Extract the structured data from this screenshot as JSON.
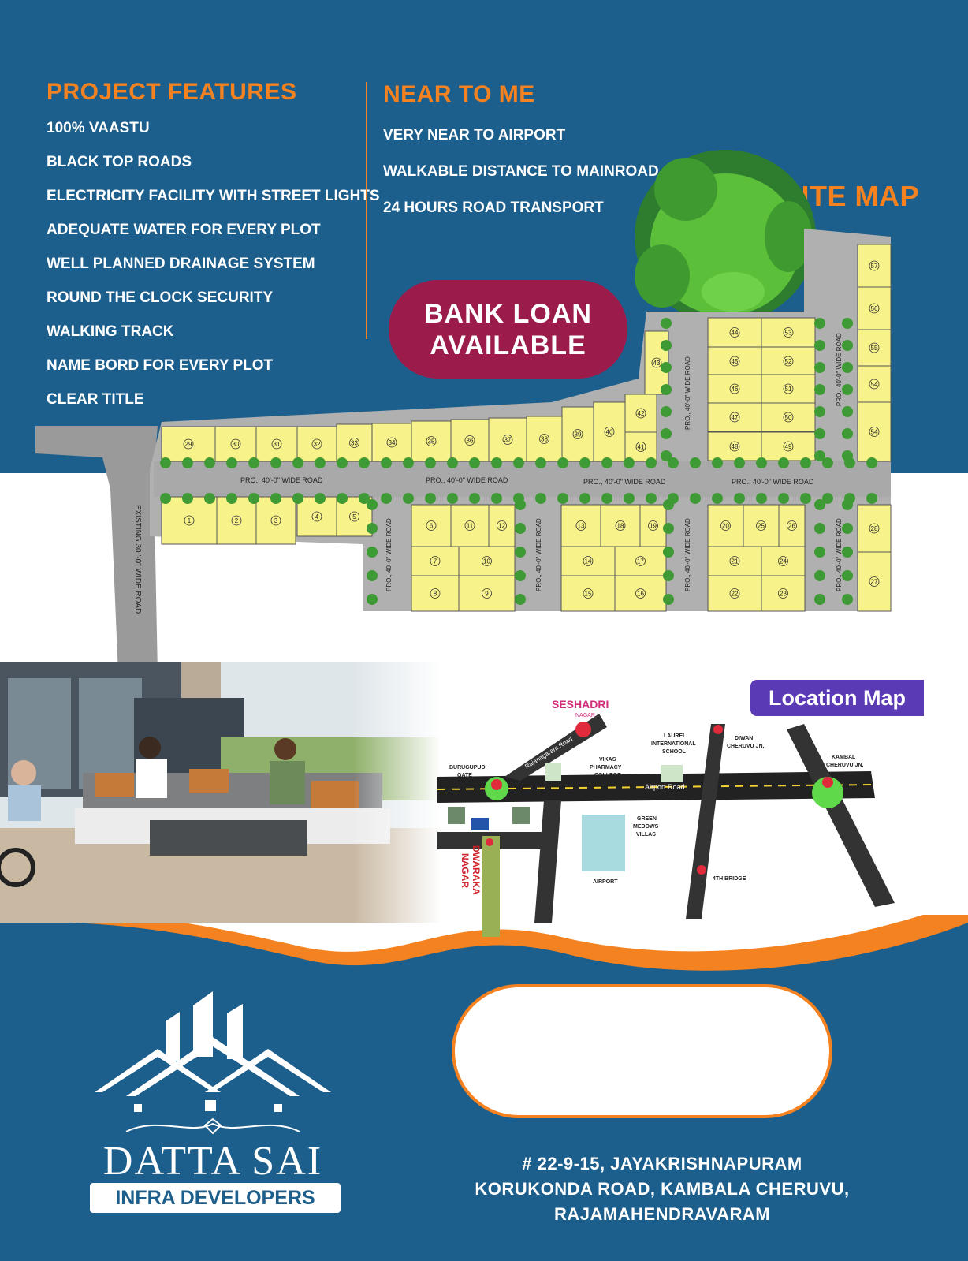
{
  "features": {
    "heading": "PROJECT FEATURES",
    "items": [
      "100% VAASTU",
      "BLACK TOP ROADS",
      "ELECTRICITY FACILITY WITH STREET LIGHTS",
      "ADEQUATE WATER FOR EVERY PLOT",
      "WELL PLANNED DRAINAGE SYSTEM",
      "ROUND THE CLOCK SECURITY",
      "WALKING TRACK",
      "NAME BORD FOR EVERY PLOT",
      "CLEAR TITLE"
    ]
  },
  "near": {
    "heading": "NEAR TO ME",
    "items": [
      "VERY NEAR TO AIRPORT",
      "WALKABLE DISTANCE TO MAINROAD",
      "24 HOURS ROAD TRANSPORT"
    ]
  },
  "bank": {
    "line1": "BANK LOAN",
    "line2": "AVAILABLE"
  },
  "site_map": {
    "title": "SITE MAP",
    "road_main": "PRO., 40'-0\" WIDE ROAD",
    "road_vertical": "PRO., 40'-0\" WIDE ROAD",
    "existing_road": "EXISTING 30 '-0\" WIDE ROAD"
  },
  "location_map": {
    "title": "Location Map",
    "seshadri": "SESHADRI",
    "nagar": "NAGAR",
    "rajanagaram_road": "Rajanagaram Road",
    "airport_road": "Airport Road",
    "burugupudi": "BURUGUPUDI",
    "gate": "GATE",
    "vikas1": "VIKAS",
    "vikas2": "PHARMACY",
    "vikas3": "COLLEGE",
    "laurel1": "LAUREL",
    "laurel2": "INTERNATIONAL",
    "laurel3": "SCHOOL",
    "diwan1": "DIWAN",
    "diwan2": "CHERUVU JN.",
    "kambal1": "KAMBAL",
    "kambal2": "CHERUVU JN.",
    "green1": "GREEN",
    "green2": "MEDOWS",
    "green3": "VILLAS",
    "airport": "AIRPORT",
    "bridge": "4TH BRIDGE",
    "dwaraka1": "DWARAKA",
    "dwaraka2": "NAGAR"
  },
  "logo": {
    "name": "DATTA SAI",
    "sub": "INFRA DEVELOPERS"
  },
  "address": {
    "line1": "# 22-9-15, JAYAKRISHNAPURAM",
    "line2": "KORUKONDA ROAD, KAMBALA CHERUVU,",
    "line3": "RAJAMAHENDRAVARAM"
  },
  "colors": {
    "blue": "#1d5f8c",
    "orange": "#f58220",
    "maroon": "#9b1c4b",
    "plot": "#f7f28a",
    "purple": "#5b3bb5"
  }
}
